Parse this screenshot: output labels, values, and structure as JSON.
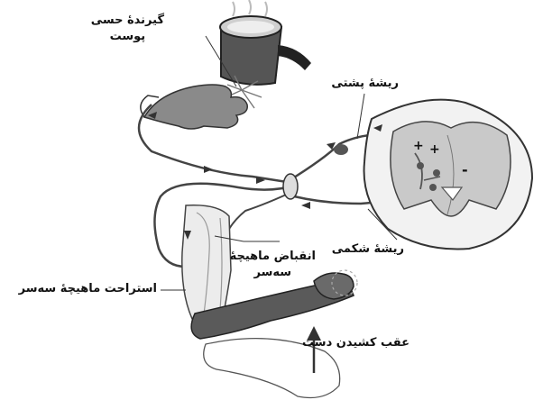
{
  "labels": {
    "receptor_line1": "گیرندهٔ حسی",
    "receptor_line2": "پوست",
    "dorsal_root": "ریشهٔ پشتی",
    "ventral_root": "ریشهٔ شکمی",
    "biceps_contraction_line1": "انقباض ماهیچهٔ",
    "biceps_contraction_line2": "سه‌سر",
    "triceps_relaxation": "استراحت ماهیچهٔ سه‌سر",
    "withdrawal": "عقب کشیدن دست"
  },
  "signs": {
    "plus1": "+",
    "plus2": "+",
    "minus": "-"
  }
}
